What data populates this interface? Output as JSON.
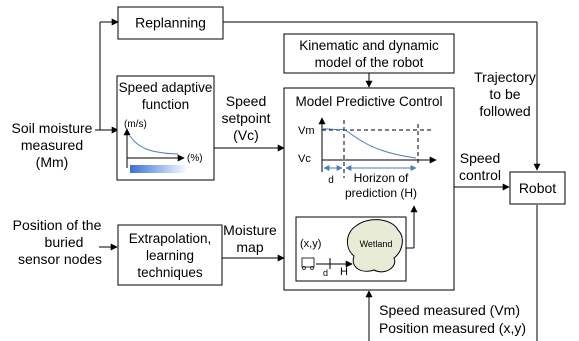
{
  "blocks": {
    "replanning": "Replanning",
    "kinematic": [
      "Kinematic and dynamic",
      "model of the robot"
    ],
    "speed_adaptive": [
      "Speed adaptive",
      "function"
    ],
    "mpc": "Model Predictive Control",
    "extrapolation": [
      "Extrapolation,",
      "learning",
      "techniques"
    ],
    "robot": "Robot"
  },
  "inputs": {
    "soil": [
      "Soil moisture",
      "measured",
      "(Mm)"
    ],
    "position": [
      "Position of the",
      "buried",
      "sensor nodes"
    ]
  },
  "signals": {
    "speed_setpoint": [
      "Speed",
      "setpoint",
      "(Vc)"
    ],
    "trajectory": [
      "Trajectory",
      "to be",
      "followed"
    ],
    "speed_control": [
      "Speed",
      "control"
    ],
    "moisture_map": [
      "Moisture",
      "map"
    ],
    "feedback": [
      "Speed measured (Vm)",
      "Position measured (x,y)"
    ]
  },
  "mini_plot": {
    "y_unit": "(m/s)",
    "x_unit": "(%)"
  },
  "mpc_plot": {
    "vm": "Vm",
    "vc": "Vc",
    "d": "d",
    "horizon": [
      "Horizon of",
      "prediction (H)"
    ]
  },
  "wetland_inset": {
    "xy": "(x,y)",
    "wetland": "Wetland",
    "d": "d",
    "h": "H"
  },
  "colors": {
    "curve": "#4a7ebb",
    "gradient_start": "#3b6fd6",
    "gradient_end": "#ffffff",
    "wetland_fill": "#e8ecd6"
  }
}
